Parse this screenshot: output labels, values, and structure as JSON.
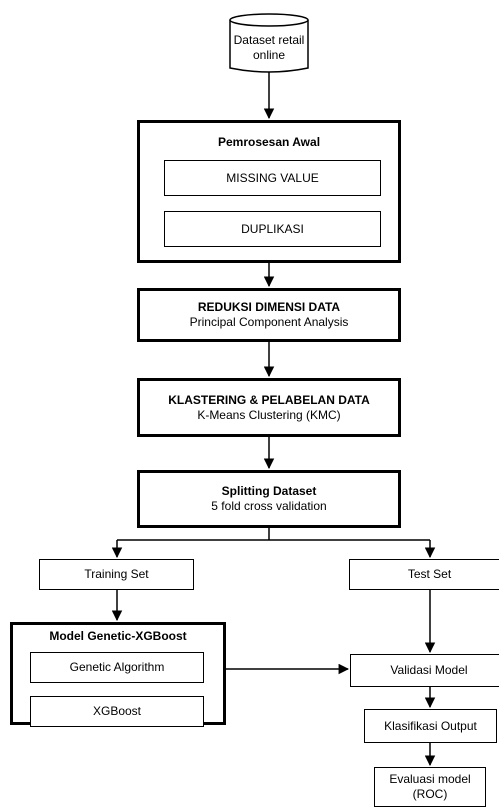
{
  "dataset": {
    "label": "Dataset retail online"
  },
  "preprocessing": {
    "title": "Pemrosesan Awal",
    "steps": [
      "MISSING VALUE",
      "DUPLIKASI"
    ]
  },
  "reduction": {
    "title": "REDUKSI DIMENSI DATA",
    "subtitle": "Principal Component Analysis"
  },
  "clustering": {
    "title": "KLASTERING & PELABELAN DATA",
    "subtitle": "K-Means Clustering (KMC)"
  },
  "splitting": {
    "title": "Splitting Dataset",
    "subtitle": "5 fold cross validation"
  },
  "training": {
    "label": "Training Set"
  },
  "test": {
    "label": "Test Set"
  },
  "model": {
    "title": "Model Genetic-XGBoost",
    "steps": [
      "Genetic Algorithm",
      "XGBoost"
    ]
  },
  "validation": {
    "label": "Validasi Model"
  },
  "classification": {
    "label": "Klasifikasi Output"
  },
  "evaluation": {
    "label": "Evaluasi model (ROC)"
  }
}
